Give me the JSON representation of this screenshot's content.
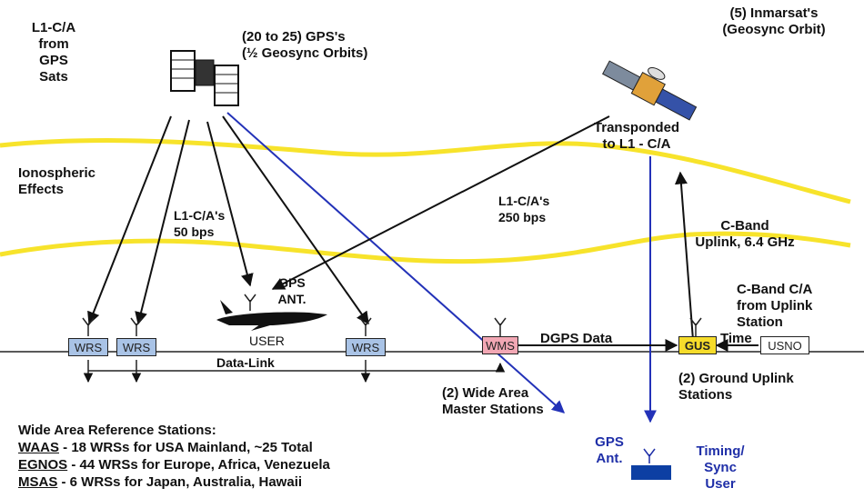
{
  "labels": {
    "l1_from_gps": "L1-C/A\nfrom\nGPS\nSats",
    "gps_constellation": "(20 to 25) GPS's\n(½ Geosync Orbits)",
    "inmarsat": "(5) Inmarsat's\n(Geosync Orbit)",
    "transponded": "Transponded\nto L1 - C/A",
    "ionospheric": "Ionospheric\nEffects",
    "l1_50bps": "L1-C/A's\n50 bps",
    "l1_250bps": "L1-C/A's\n250 bps",
    "cband_uplink": "C-Band\nUplink, 6.4 GHz",
    "gps_ant": "GPS\nANT.",
    "user": "USER",
    "cband_ca": "C-Band C/A\nfrom Uplink\nStation",
    "dgps_data": "DGPS Data",
    "time": "Time",
    "data_link": "Data-Link",
    "wide_area_master": "(2) Wide Area\nMaster Stations",
    "ground_uplink": "(2) Ground Uplink\nStations",
    "timing_gps_ant": "GPS\nAnt.",
    "timing_sync_user": "Timing/\nSync\nUser"
  },
  "boxes": {
    "wrs_1": "WRS",
    "wrs_2": "WRS",
    "wrs_3": "WRS",
    "wms": "WMS",
    "gus": "GUS",
    "usno": "USNO"
  },
  "stations": {
    "heading": "Wide Area Reference Stations:",
    "lines": [
      {
        "system": "WAAS",
        "detail": " - 18 WRSs for USA Mainland, ~25 Total"
      },
      {
        "system": "EGNOS",
        "detail": " - 44 WRSs for Europe, Africa, Venezuela"
      },
      {
        "system": "MSAS",
        "detail": " - 6 WRSs for Japan, Australia, Hawaii"
      }
    ]
  },
  "colors": {
    "ionosphere": "#f7e32b",
    "signal_blue": "#2332b8",
    "wrs_fill": "#a9c3e6",
    "wms_fill": "#f2a7b4",
    "gus_fill": "#f6dc2b",
    "timing_user": "#0d3fa3"
  },
  "icons": [
    "gps-satellite-icon",
    "inmarsat-satellite-icon",
    "aircraft-icon",
    "antenna-icon"
  ]
}
